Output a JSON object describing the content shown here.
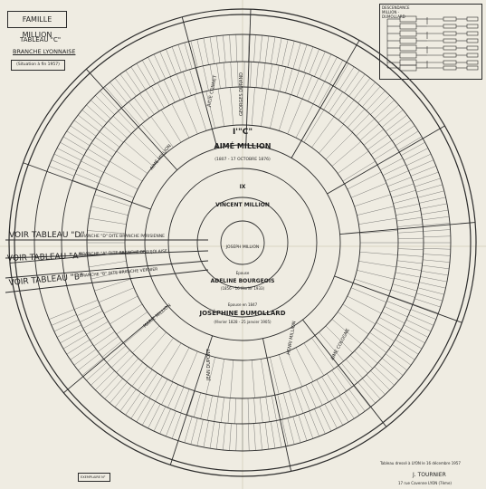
{
  "header": {
    "family_title": "FAMILLE MILLION",
    "table_name": "TABLEAU \"C\"",
    "branch_name": "BRANCHE LYONNAISE",
    "status_note": "(Situation à fin 1957)"
  },
  "left_references": [
    {
      "see": "VOIR TABLEAU \"D\"",
      "branch": "BRANCHE \"D\" DITE BRANCHE PARISIENNE"
    },
    {
      "see": "VOIR TABLEAU \"A\"",
      "branch": "BRANCHE \"A\" DITE BRANCHE BEAUJOLAISE"
    },
    {
      "see": "VOIR TABLEAU \"B\"",
      "branch": "BRANCHE \"B\" DITE BRANCHE VERNIER"
    }
  ],
  "center": {
    "generation_top": "I'\"C\"",
    "ancestor_1": "AIMÉ MILLION",
    "ancestor_1_dates": "(1807 - 17 OCTOBRE 1876)",
    "generation_mid": "IX",
    "ancestor_2": "VINCENT MILLION",
    "core_name": "JOSEPH MILLION",
    "spouse_label": "Epouse",
    "spouse_1": "ADELINE BOURGEOIS",
    "spouse_1_dates": "(1856 - 16 février 1933)",
    "spouse_2_label": "Epouse en 1847",
    "spouse_2": "JOSÉPHINE DUMOLLARD",
    "spouse_2_dates": "(février 1828 - 25 janvier 1905)"
  },
  "ring_names": [
    "AIMÉ MILLION",
    "AIMÉ COLOGNE",
    "HENRI MILLION",
    "JEAN DUPONT",
    "MARIE MILLION",
    "JULIE CONNET",
    "GEORGES DURAND"
  ],
  "top_right_legend": {
    "title": "DESCENDANCE MILLION - DUMOLLARD"
  },
  "footer": {
    "copy_label": "EXEMPLAIRE N°",
    "certification": "Tableau dressé à LYON le 16 décembre 1957",
    "author": "J. TOURNIER",
    "address": "17 rue Cavenne LYON (7ème)"
  },
  "chart_data": {
    "type": "radial-genealogy",
    "generations": 7
  }
}
